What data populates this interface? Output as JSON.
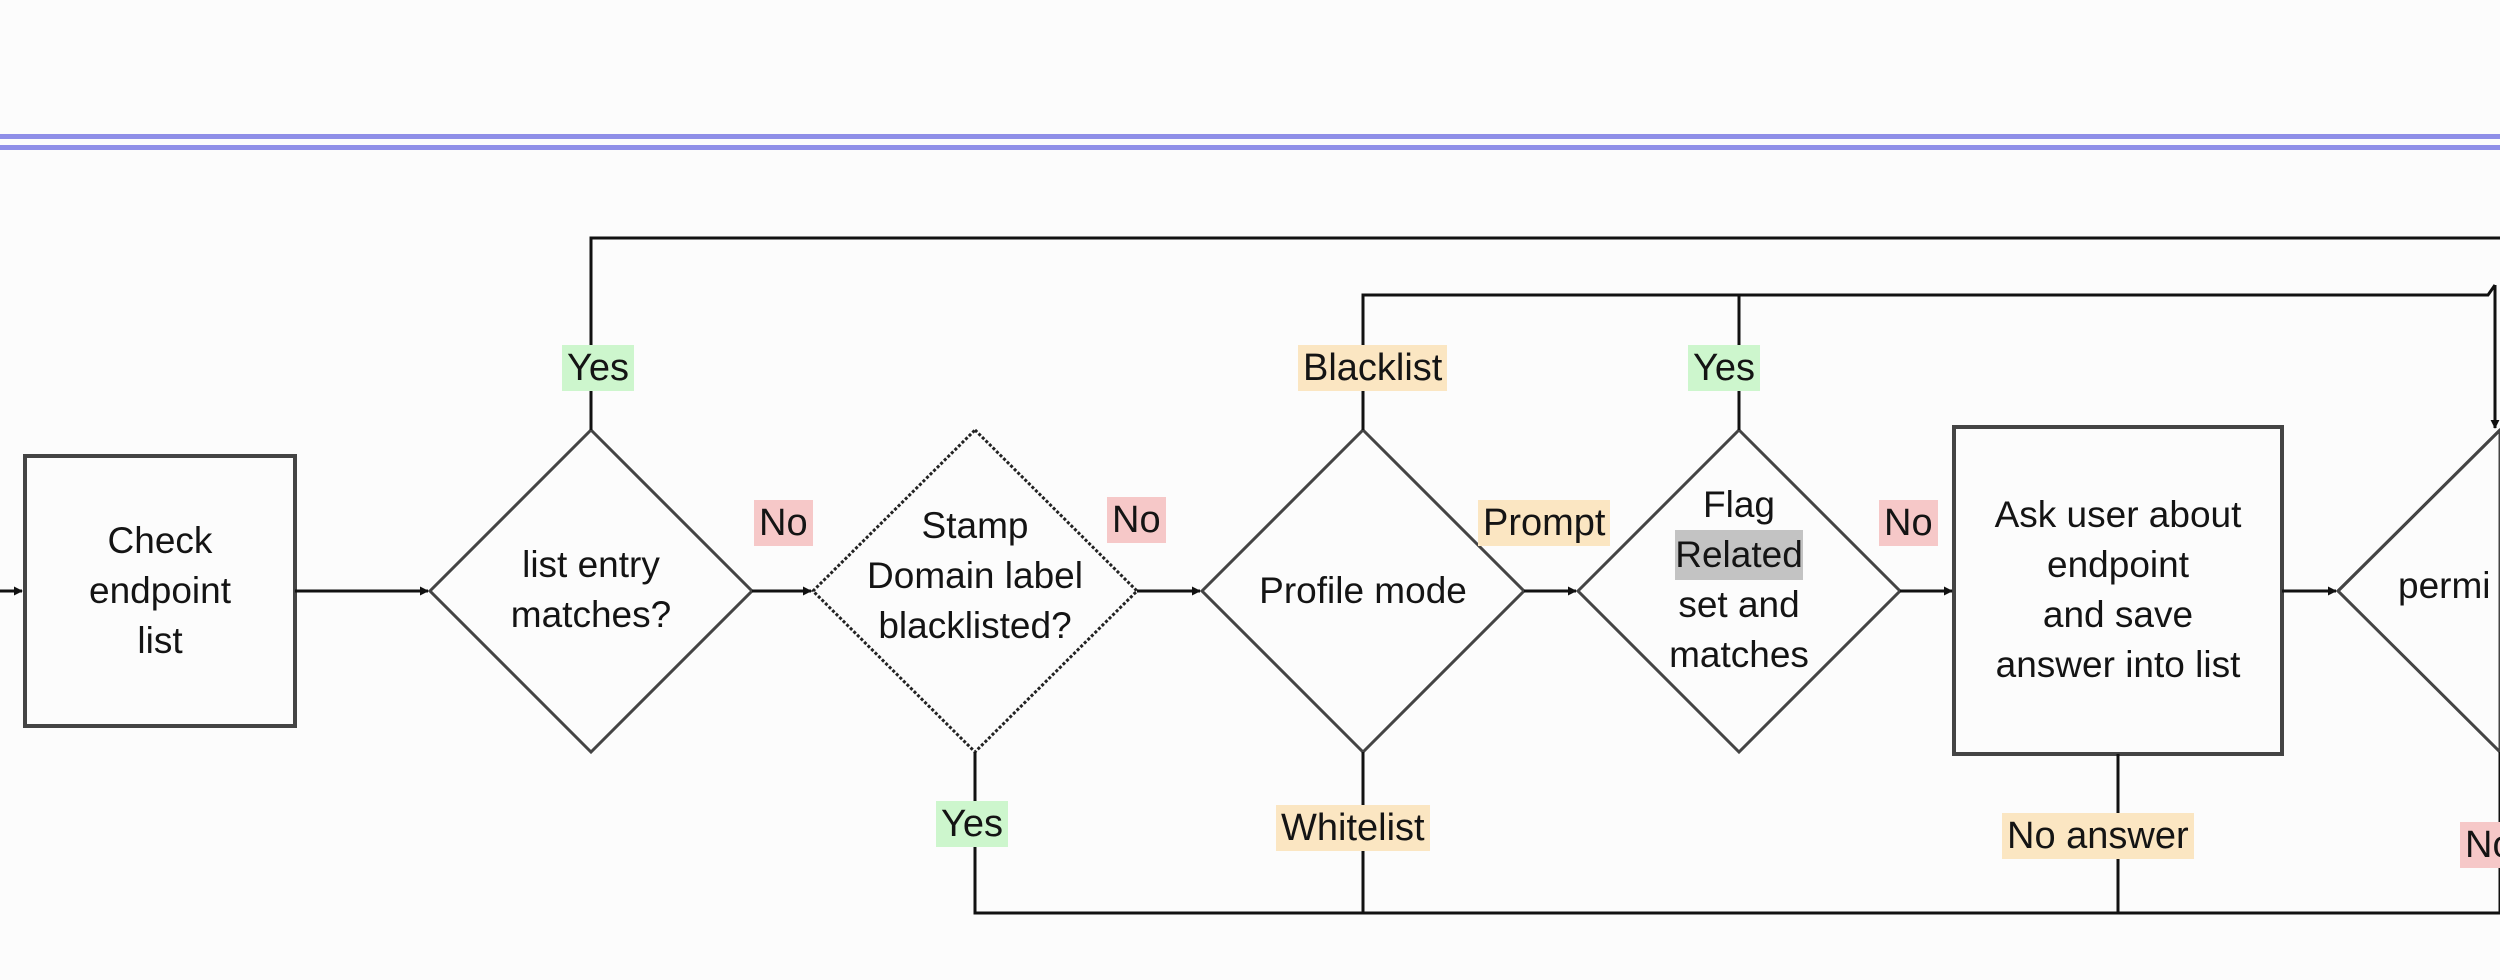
{
  "colors": {
    "yes": "#cdf6cd",
    "no": "#f6c8c8",
    "neutral": "#fbe6c2",
    "rule": "#8f8fe8",
    "stroke": "#444444"
  },
  "nodes": {
    "check": {
      "lines": [
        "Check",
        "endpoint",
        "list"
      ]
    },
    "matches": {
      "lines": [
        "list entry",
        "matches?"
      ]
    },
    "stamp": {
      "lines": [
        "Stamp",
        "Domain label",
        "blacklisted?"
      ]
    },
    "profile": {
      "lines": [
        "Profile mode"
      ]
    },
    "flag": {
      "lines": [
        "Flag",
        "Related",
        "set and",
        "matches"
      ]
    },
    "ask": {
      "lines": [
        "Ask user about",
        "endpoint",
        "and save",
        "answer into list"
      ]
    },
    "permit": {
      "lines": [
        "permi"
      ]
    }
  },
  "labels": {
    "matches_yes": "Yes",
    "matches_no": "No",
    "stamp_no": "No",
    "stamp_yes": "Yes",
    "profile_blacklist": "Blacklist",
    "profile_prompt": "Prompt",
    "profile_whitelist": "Whitelist",
    "flag_yes": "Yes",
    "flag_no": "No",
    "ask_no_answer": "No answer",
    "permit_no": "No"
  }
}
